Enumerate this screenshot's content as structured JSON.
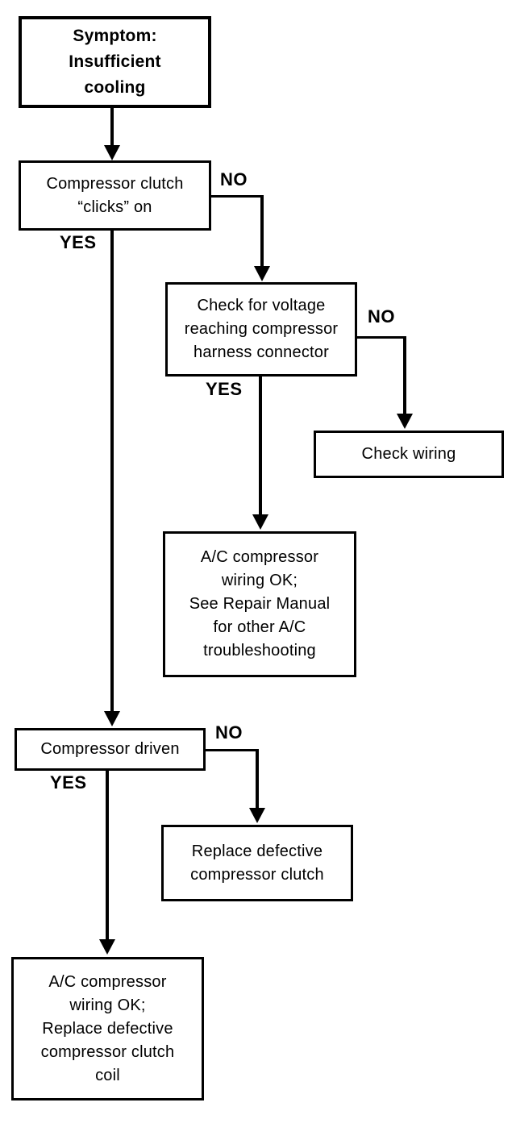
{
  "flowchart": {
    "title": "A/C compressor insufficient cooling troubleshooting flowchart",
    "colors": {
      "ink": "#000000",
      "background": "#ffffff"
    },
    "nodes": {
      "symptom": {
        "text": "Symptom:\nInsufficient\ncooling"
      },
      "clutch_clicks": {
        "text": "Compressor clutch\n“clicks” on"
      },
      "check_voltage": {
        "text": "Check for voltage\nreaching compressor\nharness connector"
      },
      "check_wiring": {
        "text": "Check wiring"
      },
      "wiring_ok_see_manual": {
        "text": "A/C compressor\nwiring OK;\nSee Repair Manual\nfor other A/C\ntroubleshooting"
      },
      "compressor_driven": {
        "text": "Compressor driven"
      },
      "replace_clutch": {
        "text": "Replace defective\ncompressor clutch"
      },
      "wiring_ok_replace_coil": {
        "text": "A/C compressor\nwiring OK;\nReplace defective\ncompressor clutch\ncoil"
      }
    },
    "labels": {
      "yes": "YES",
      "no": "NO"
    }
  }
}
